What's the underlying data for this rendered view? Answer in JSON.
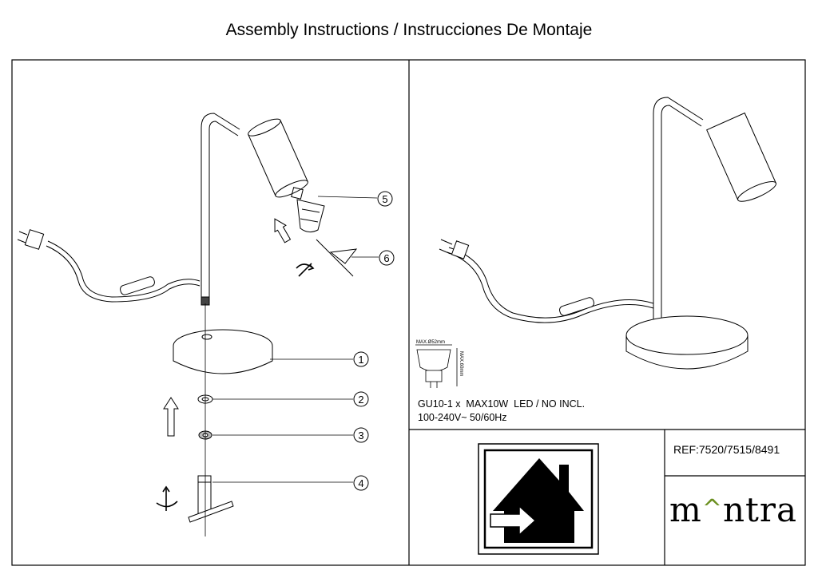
{
  "header": {
    "title": "Assembly Instructions / Instrucciones De Montaje"
  },
  "callouts": [
    "1",
    "2",
    "3",
    "4",
    "5",
    "6"
  ],
  "bulb": {
    "max_diameter": "MAX.Ø52mm",
    "max_height": "MAX.60mm"
  },
  "spec": {
    "line1": "GU10-1 x  MAX10W  LED / NO INCL.",
    "line2": "100-240V~ 50/60Hz"
  },
  "reference": "REF:7520/7515/8491",
  "brand": {
    "part1": "m",
    "mark": "^",
    "part2": "ntra"
  },
  "colors": {
    "line": "#000000",
    "brand_accent": "#6b8f1f"
  },
  "icons": [
    "indoor-use-house-icon",
    "rotate-icon",
    "up-arrow-icon",
    "plug-icon"
  ]
}
